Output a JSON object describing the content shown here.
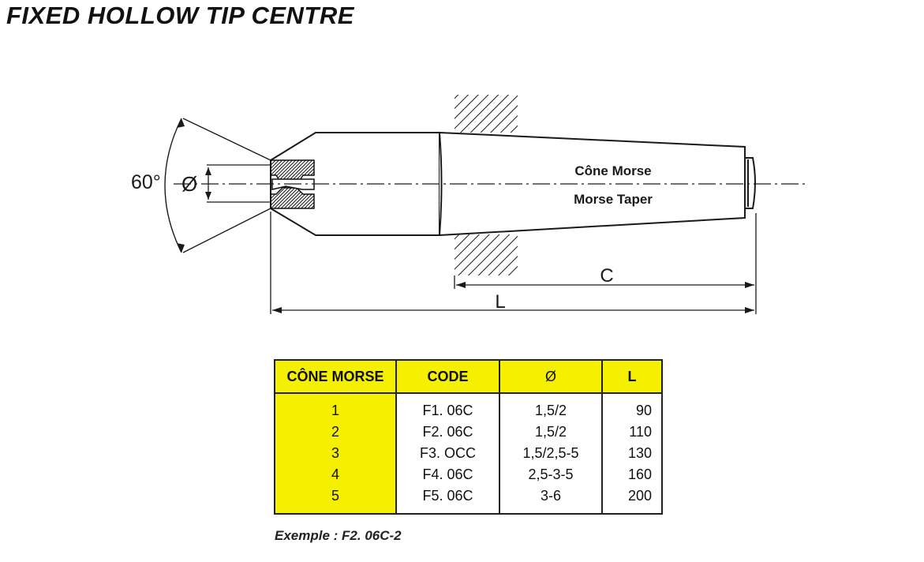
{
  "title": "FIXED HOLLOW TIP CENTRE",
  "diagram": {
    "angle_label": "60°",
    "diameter_label": "Ø",
    "body_label_fr": "Cône Morse",
    "body_label_en": "Morse Taper",
    "dim_c_label": "C",
    "dim_l_label": "L",
    "colors": {
      "line": "#1a1a1a",
      "fill": "#ffffff"
    }
  },
  "table": {
    "headers": [
      "CÔNE MORSE",
      "CODE",
      "Ø",
      "L"
    ],
    "rows": [
      {
        "cone": "1",
        "code": "F1. 06C",
        "dia": "1,5/2",
        "l": "90"
      },
      {
        "cone": "2",
        "code": "F2. 06C",
        "dia": "1,5/2",
        "l": "110"
      },
      {
        "cone": "3",
        "code": "F3. OCC",
        "dia": "1,5/2,5-5",
        "l": "130"
      },
      {
        "cone": "4",
        "code": "F4. 06C",
        "dia": "2,5-3-5",
        "l": "160"
      },
      {
        "cone": "5",
        "code": "F5. 06C",
        "dia": "3-6",
        "l": "200"
      }
    ],
    "colors": {
      "header_bg": "#f5f000",
      "border": "#222222"
    }
  },
  "example": "Exemple : F2. 06C-2"
}
